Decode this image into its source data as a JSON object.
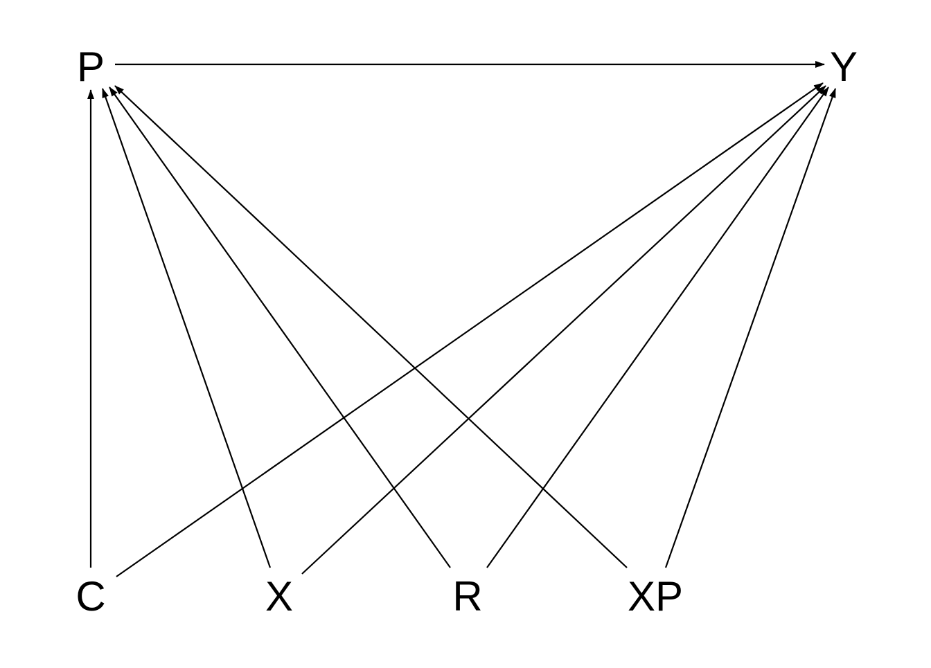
{
  "diagram": {
    "type": "directed-acyclic-graph",
    "line_color": "#000000",
    "background": "#ffffff",
    "nodes": [
      {
        "id": "P",
        "label": "P"
      },
      {
        "id": "Y",
        "label": "Y"
      },
      {
        "id": "C",
        "label": "C"
      },
      {
        "id": "X",
        "label": "X"
      },
      {
        "id": "R",
        "label": "R"
      },
      {
        "id": "XP",
        "label": "XP"
      }
    ],
    "edges": [
      {
        "from": "P",
        "to": "Y"
      },
      {
        "from": "C",
        "to": "P"
      },
      {
        "from": "X",
        "to": "P"
      },
      {
        "from": "R",
        "to": "P"
      },
      {
        "from": "XP",
        "to": "P"
      },
      {
        "from": "C",
        "to": "Y"
      },
      {
        "from": "X",
        "to": "Y"
      },
      {
        "from": "R",
        "to": "Y"
      },
      {
        "from": "XP",
        "to": "Y"
      }
    ]
  }
}
